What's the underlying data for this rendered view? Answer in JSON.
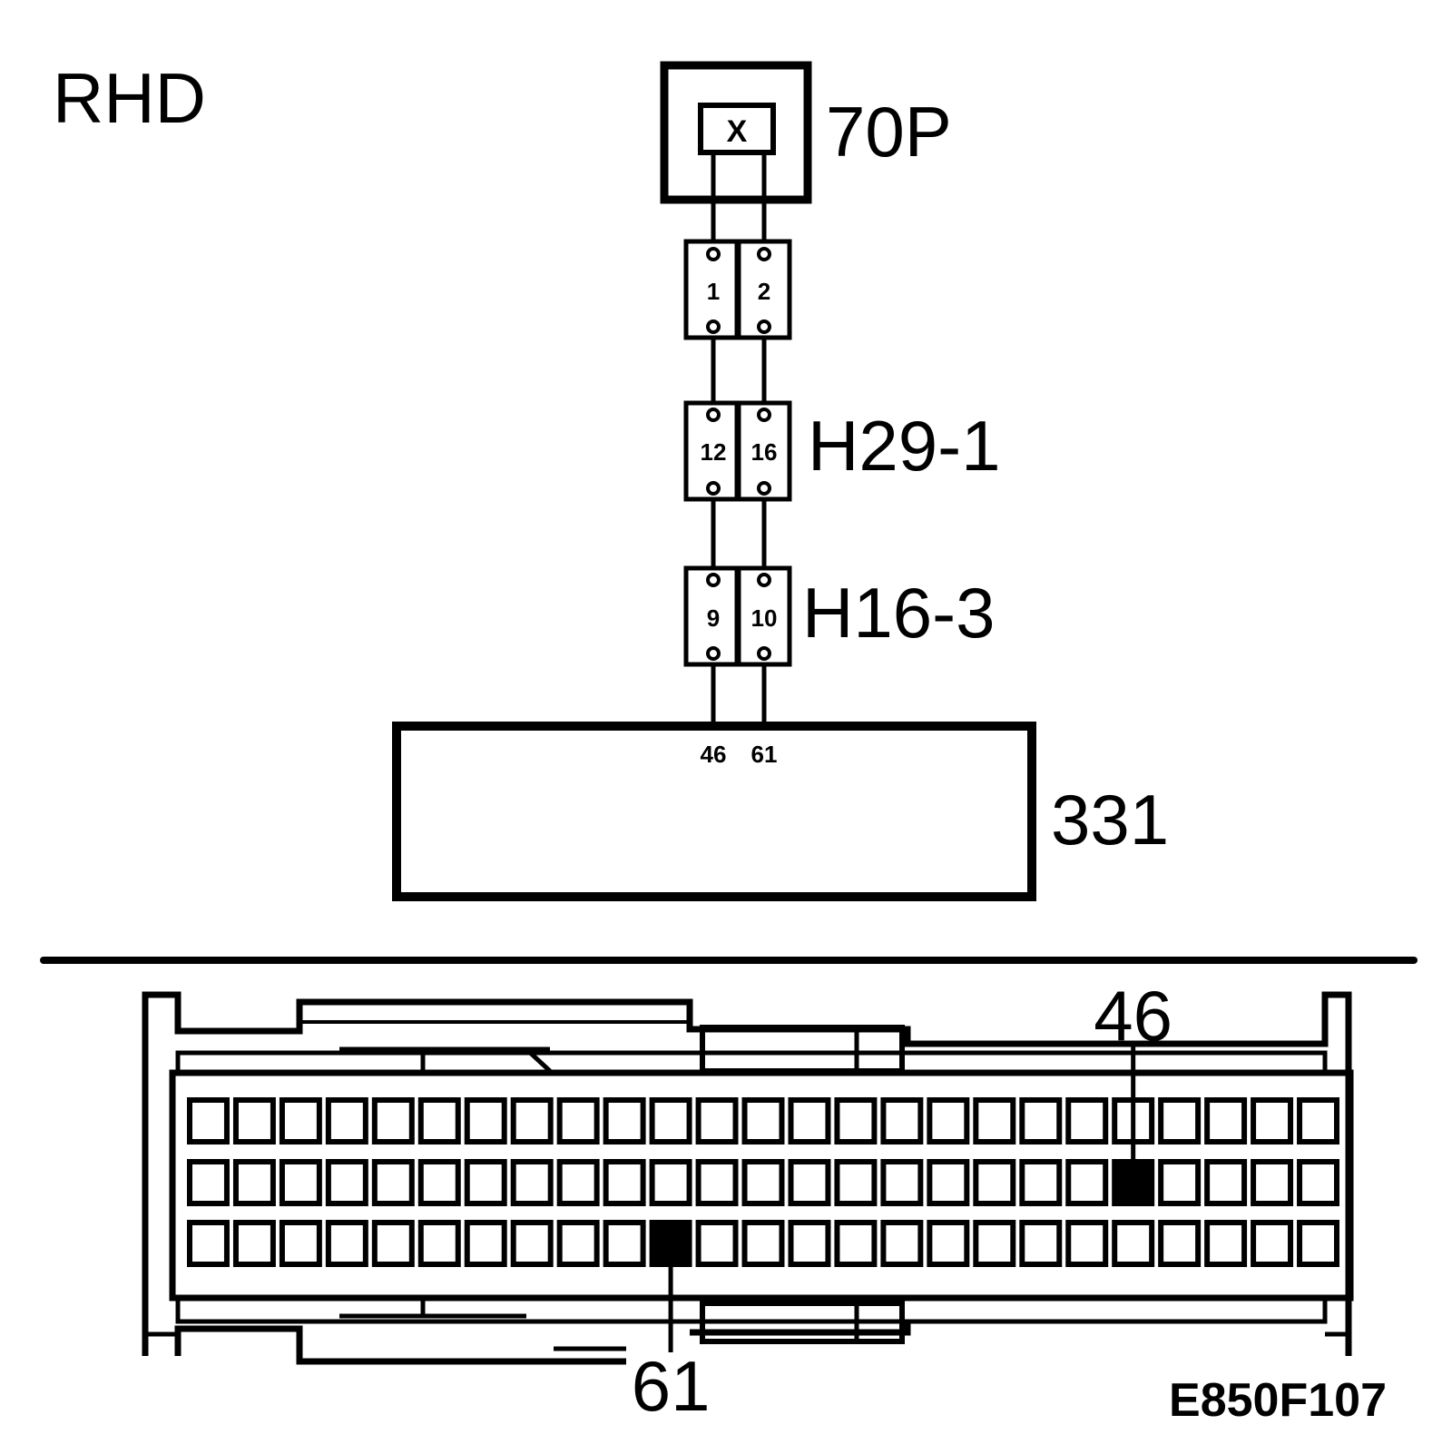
{
  "drive_label": "RHD",
  "switch": {
    "label": "70P",
    "symbol": "X"
  },
  "connectors": [
    {
      "id": "first",
      "label": "",
      "pins": [
        "1",
        "2"
      ]
    },
    {
      "id": "h29",
      "label": "H29-1",
      "pins": [
        "12",
        "16"
      ]
    },
    {
      "id": "h16",
      "label": "H16-3",
      "pins": [
        "9",
        "10"
      ]
    }
  ],
  "module": {
    "label": "331",
    "pins": [
      "46",
      "61"
    ]
  },
  "connector_view": {
    "rows": 3,
    "columns": 25,
    "highlighted": [
      {
        "label": "46",
        "row": 2,
        "column": 21
      },
      {
        "label": "61",
        "row": 3,
        "column": 11
      }
    ]
  },
  "figure_code": "E850F107",
  "colors": {
    "ink": "#000000",
    "paper": "#ffffff"
  }
}
